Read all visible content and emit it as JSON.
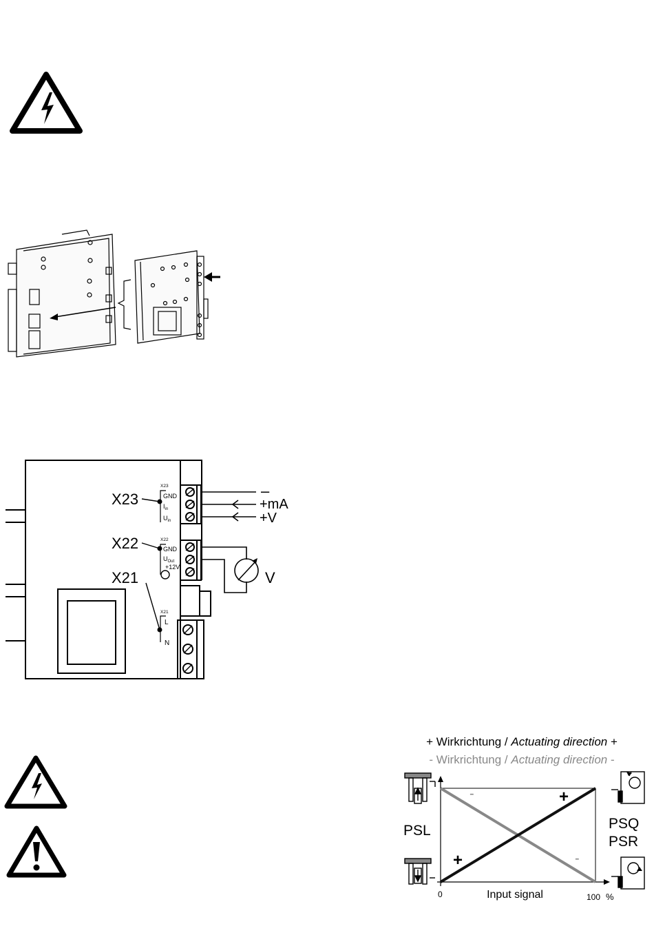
{
  "wiring": {
    "terminals": {
      "x23": {
        "name": "X23",
        "tag": "X23",
        "pins": [
          "GND",
          "I",
          "U"
        ],
        "pin_subs": [
          "",
          "in",
          "in"
        ],
        "signals": [
          "–",
          "+mA",
          "+V"
        ]
      },
      "x22": {
        "name": "X22",
        "tag": "X22",
        "pins": [
          "GND",
          "U",
          "+12V"
        ],
        "pin_subs": [
          "",
          "Out",
          ""
        ],
        "meter_label": "V"
      },
      "x21": {
        "name": "X21",
        "tag": "X21",
        "pins": [
          "L",
          "N"
        ]
      }
    }
  },
  "direction_chart": {
    "title_positive": {
      "prefix": "+ Wirkrichtung / ",
      "italic": "Actuating direction",
      "suffix": " +"
    },
    "title_negative": {
      "prefix": "- Wirkrichtung / ",
      "italic": "Actuating direction",
      "suffix": " -"
    },
    "left_label": "PSL",
    "right_labels": [
      "PSQ",
      "PSR"
    ],
    "xlabel": "Input signal",
    "x_ticks": [
      "0",
      "100",
      "%"
    ],
    "line_signs": {
      "positive_low": "+",
      "positive_high": "+",
      "negative_high": "-",
      "negative_low": "-"
    },
    "colors": {
      "positive": "#111111",
      "negative": "#888888"
    }
  },
  "chart_data": {
    "type": "line",
    "xlabel": "Input signal",
    "xlim": [
      0,
      100
    ],
    "ylim": [
      0,
      100
    ],
    "x_unit": "%",
    "series": [
      {
        "name": "+",
        "x": [
          0,
          100
        ],
        "y": [
          0,
          100
        ]
      },
      {
        "name": "-",
        "x": [
          0,
          100
        ],
        "y": [
          100,
          0
        ]
      }
    ]
  }
}
